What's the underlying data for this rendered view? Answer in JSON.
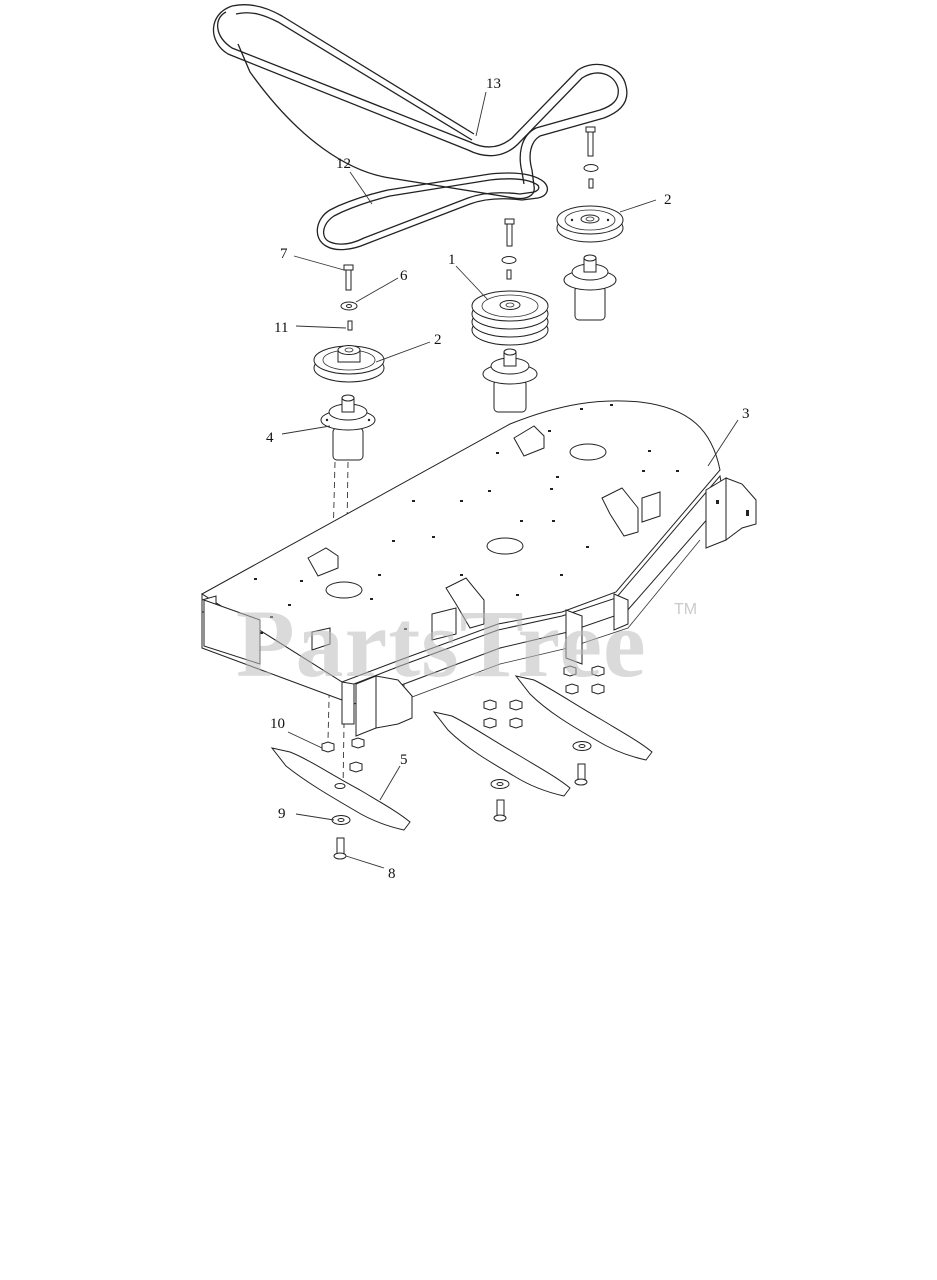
{
  "watermark": {
    "text": "PartsTree",
    "trademark": "TM"
  },
  "callouts": [
    {
      "id": "label-1",
      "text": "1"
    },
    {
      "id": "label-2a",
      "text": "2"
    },
    {
      "id": "label-2b",
      "text": "2"
    },
    {
      "id": "label-3",
      "text": "3"
    },
    {
      "id": "label-4",
      "text": "4"
    },
    {
      "id": "label-5",
      "text": "5"
    },
    {
      "id": "label-6",
      "text": "6"
    },
    {
      "id": "label-7",
      "text": "7"
    },
    {
      "id": "label-8",
      "text": "8"
    },
    {
      "id": "label-9",
      "text": "9"
    },
    {
      "id": "label-10",
      "text": "10"
    },
    {
      "id": "label-11",
      "text": "11"
    },
    {
      "id": "label-12",
      "text": "12"
    },
    {
      "id": "label-13",
      "text": "13"
    }
  ]
}
